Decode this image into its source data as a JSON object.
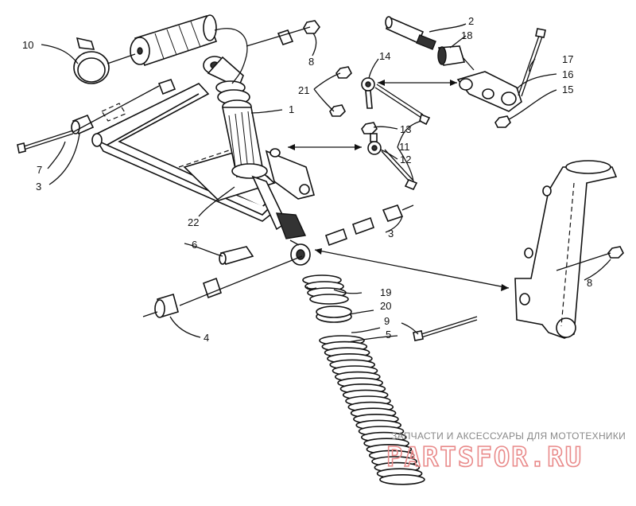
{
  "callouts": [
    {
      "id": "c1",
      "label": "1"
    },
    {
      "id": "c2",
      "label": "2"
    },
    {
      "id": "c3a",
      "label": "3"
    },
    {
      "id": "c3b",
      "label": "3"
    },
    {
      "id": "c4",
      "label": "4"
    },
    {
      "id": "c5",
      "label": "5"
    },
    {
      "id": "c6",
      "label": "6"
    },
    {
      "id": "c7",
      "label": "7"
    },
    {
      "id": "c8a",
      "label": "8"
    },
    {
      "id": "c8b",
      "label": "8"
    },
    {
      "id": "c9",
      "label": "9"
    },
    {
      "id": "c10",
      "label": "10"
    },
    {
      "id": "c11",
      "label": "11"
    },
    {
      "id": "c12",
      "label": "12"
    },
    {
      "id": "c13",
      "label": "13"
    },
    {
      "id": "c14",
      "label": "14"
    },
    {
      "id": "c15",
      "label": "15"
    },
    {
      "id": "c16",
      "label": "16"
    },
    {
      "id": "c17",
      "label": "17"
    },
    {
      "id": "c18",
      "label": "18"
    },
    {
      "id": "c19",
      "label": "19"
    },
    {
      "id": "c20",
      "label": "20"
    },
    {
      "id": "c21",
      "label": "21"
    },
    {
      "id": "c22",
      "label": "22"
    }
  ],
  "watermark": {
    "tagline": "ЗАПЧАСТИ И АКСЕССУАРЫ ДЛЯ МОТОТЕХНИКИ",
    "logo": "PARTSFOR.RU",
    "color": "#e98a8a"
  }
}
